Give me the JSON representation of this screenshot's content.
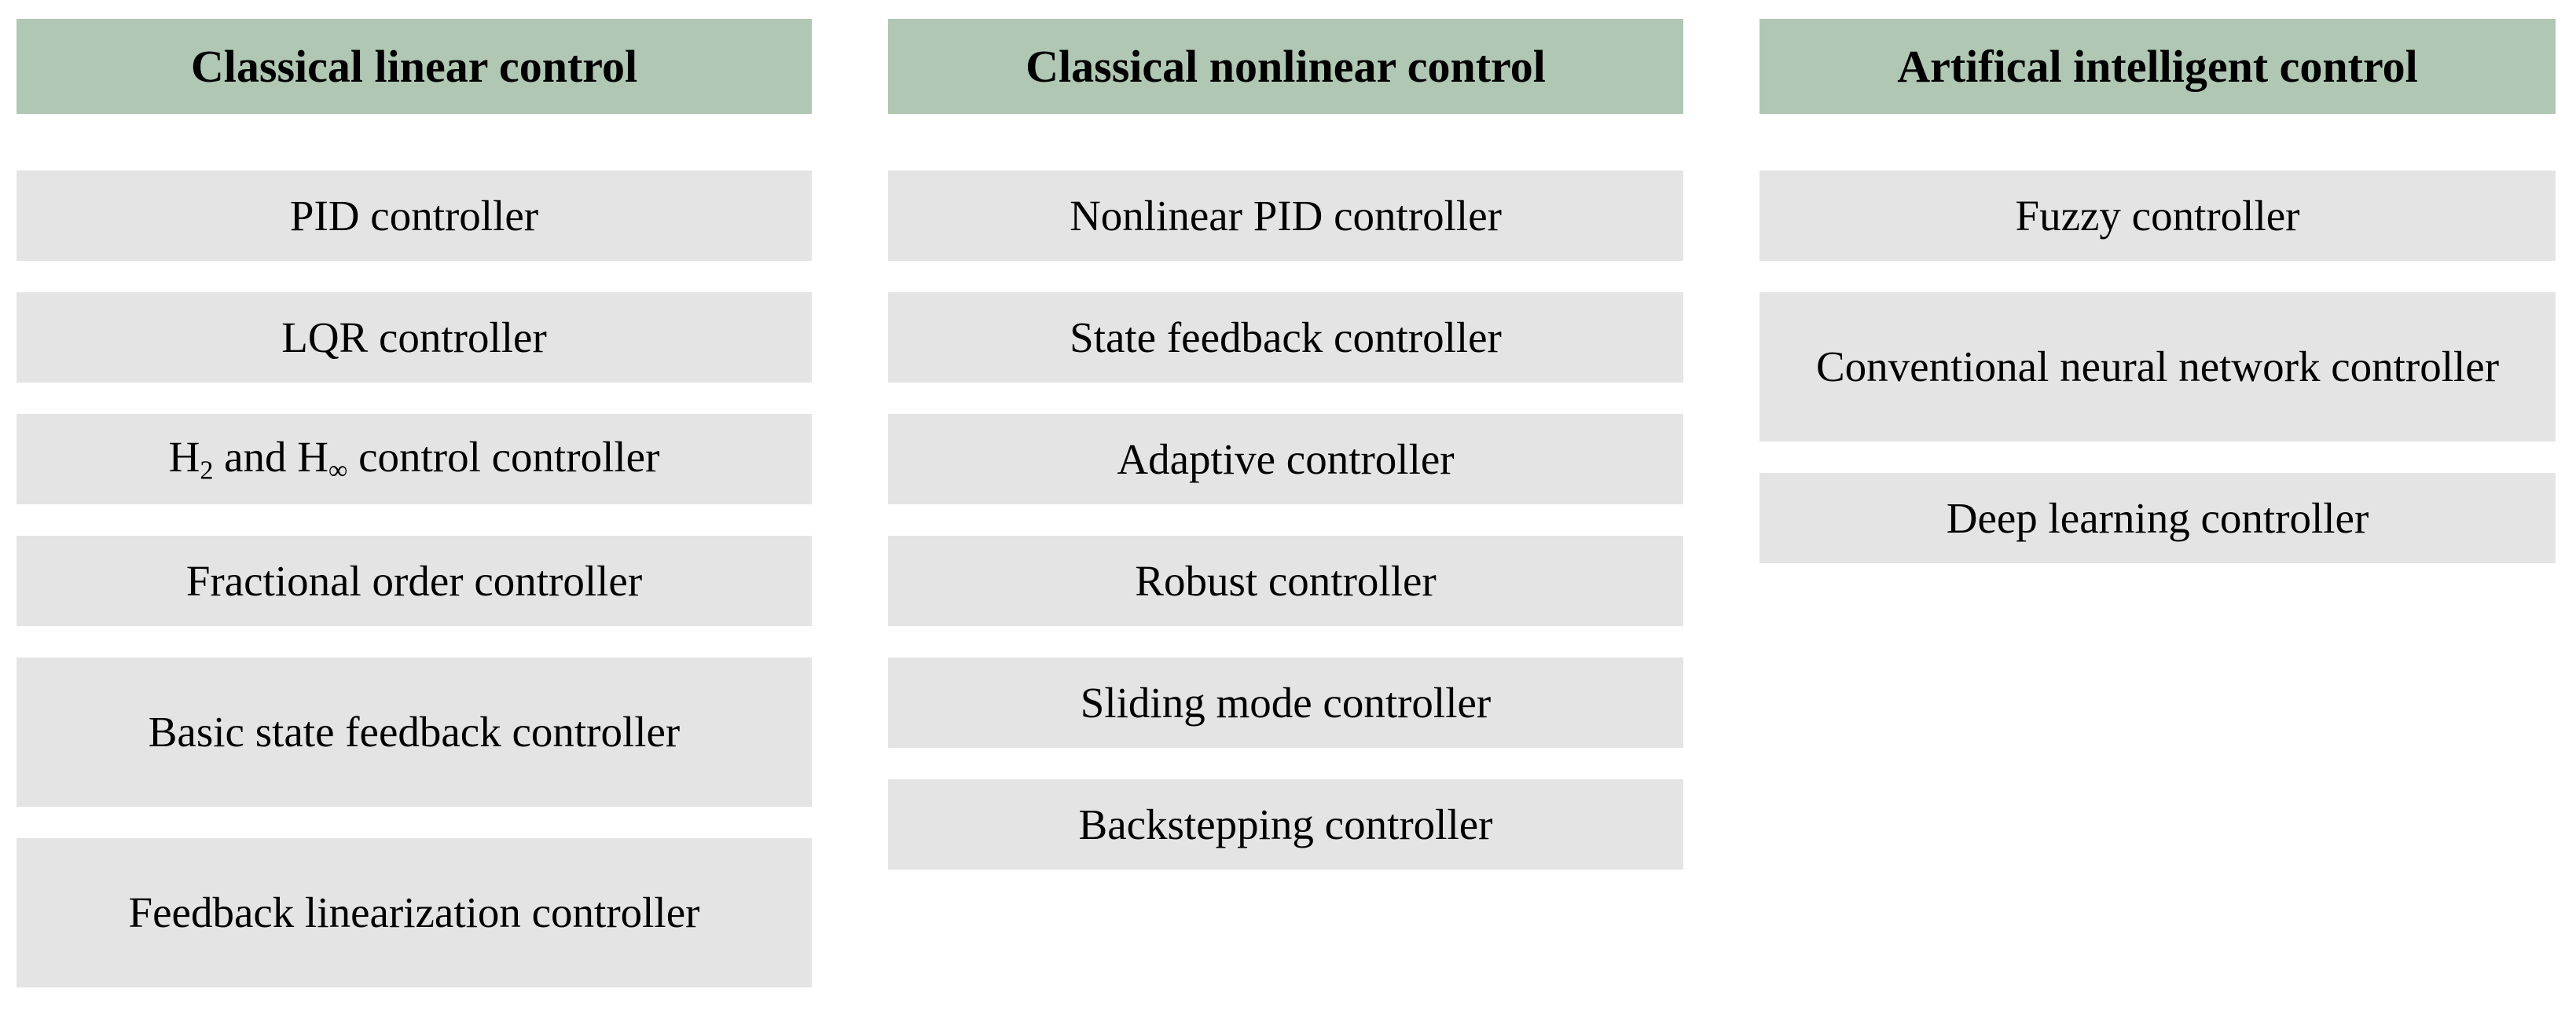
{
  "title": "Controller classification overview",
  "colors": {
    "header_background": "#b0c7b3",
    "cell_background": "#e3e4e3",
    "page_background": "#ffffff",
    "text": "#000000"
  },
  "columns": [
    {
      "header": "Classical linear control",
      "items": [
        {
          "label": "PID controller",
          "lines": 1,
          "html": false
        },
        {
          "label": "LQR controller",
          "lines": 1,
          "html": false
        },
        {
          "label": "H2 and H∞ control controller",
          "lines": 1,
          "html": true,
          "rich": "H<sub>2</sub> and H<sub>∞</sub> control controller"
        },
        {
          "label": "Fractional order controller",
          "lines": 1,
          "html": false
        },
        {
          "label": "Basic state feedback controller",
          "lines": 2,
          "html": false
        },
        {
          "label": "Feedback linearization controller",
          "lines": 2,
          "html": false
        }
      ]
    },
    {
      "header": "Classical nonlinear control",
      "items": [
        {
          "label": "Nonlinear PID controller",
          "lines": 1,
          "html": false
        },
        {
          "label": "State feedback controller",
          "lines": 1,
          "html": false
        },
        {
          "label": "Adaptive controller",
          "lines": 1,
          "html": false
        },
        {
          "label": "Robust controller",
          "lines": 1,
          "html": false
        },
        {
          "label": "Sliding mode controller",
          "lines": 1,
          "html": false
        },
        {
          "label": "Backstepping controller",
          "lines": 1,
          "html": false
        }
      ]
    },
    {
      "header": "Artifical intelligent control",
      "items": [
        {
          "label": "Fuzzy controller",
          "lines": 1,
          "html": false
        },
        {
          "label": "Conventional neural network controller",
          "lines": 2,
          "html": false
        },
        {
          "label": "Deep learning controller",
          "lines": 1,
          "html": false
        }
      ]
    }
  ]
}
